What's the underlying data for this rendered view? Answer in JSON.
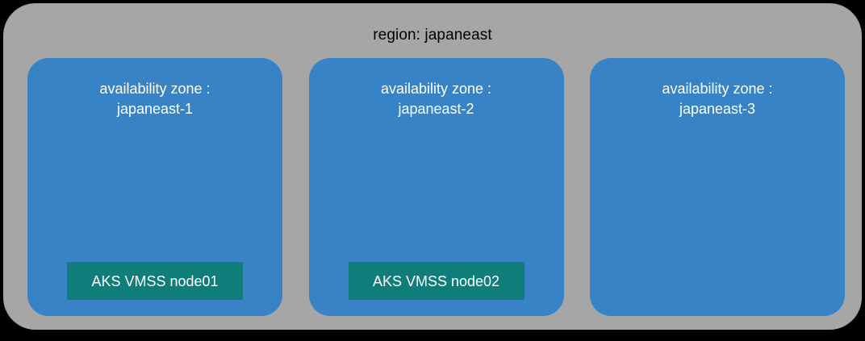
{
  "diagram": {
    "type": "azure-availability-zone-architecture",
    "background_color": "#000000",
    "region": {
      "title": "region: japaneast",
      "background_color": "#a6a6a6",
      "text_color": "#000000"
    },
    "zone_style": {
      "background_color": "#3783c6",
      "text_color": "#ffffff"
    },
    "node_style": {
      "background_color": "#0f7e7b",
      "text_color": "#ffffff"
    },
    "zones": [
      {
        "label_line1": "availability zone :",
        "label_line2": "japaneast-1",
        "has_node": true,
        "node_label": "AKS VMSS node01"
      },
      {
        "label_line1": "availability zone :",
        "label_line2": "japaneast-2",
        "has_node": true,
        "node_label": "AKS VMSS node02"
      },
      {
        "label_line1": "availability zone :",
        "label_line2": "japaneast-3",
        "has_node": false,
        "node_label": ""
      }
    ]
  }
}
